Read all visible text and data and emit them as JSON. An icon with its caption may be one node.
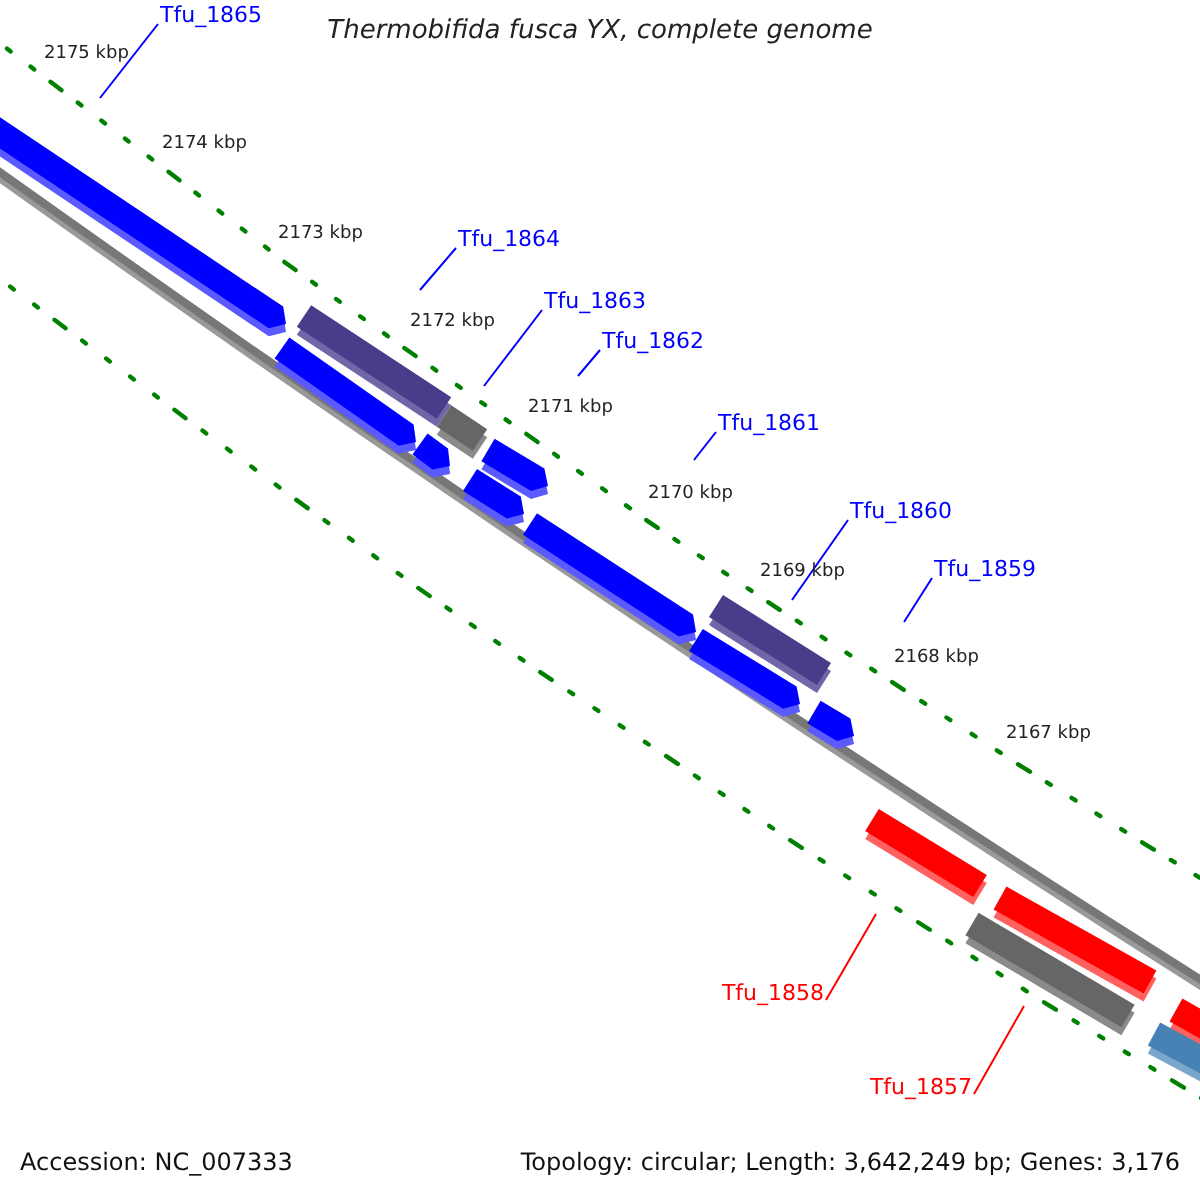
{
  "diagram": {
    "title": "Thermobifida fusca YX, complete genome",
    "nodes": [
      {
        "text": [
          "Tfu_1865"
        ]
      },
      {
        "text": [
          "Tfu_1864"
        ]
      },
      {
        "text": [
          "Tfu_1863"
        ]
      },
      {
        "text": [
          "Tfu_1862"
        ]
      },
      {
        "text": [
          "Tfu_1861"
        ]
      },
      {
        "text": [
          "Tfu_1860"
        ]
      },
      {
        "text": [
          "Tfu_1859"
        ]
      },
      {
        "text": [
          "Tfu_1858"
        ]
      },
      {
        "text": [
          "Tfu_1857"
        ]
      }
    ],
    "edges": [
      {
        "from": 0,
        "to": null,
        "arrow": "none"
      },
      {
        "from": 1,
        "to": null,
        "arrow": "none"
      },
      {
        "from": 2,
        "to": null,
        "arrow": "none"
      },
      {
        "from": 3,
        "to": null,
        "arrow": "none"
      },
      {
        "from": 4,
        "to": null,
        "arrow": "none"
      },
      {
        "from": 5,
        "to": null,
        "arrow": "none"
      },
      {
        "from": 6,
        "to": null,
        "arrow": "none"
      },
      {
        "from": 7,
        "to": null,
        "arrow": "none",
        "color": "#ff0000"
      },
      {
        "from": 8,
        "to": null,
        "arrow": "none",
        "color": "#ff0000"
      }
    ],
    "labels": [
      "2175 kbp",
      "2174 kbp",
      "2173 kbp",
      "2172 kbp",
      "2171 kbp",
      "2170 kbp",
      "2169 kbp",
      "2168 kbp",
      "2167 kbp",
      "Accession: NC_007333",
      "Topology: circular; Length: 3,642,249 bp; Genes: 3,176"
    ]
  }
}
